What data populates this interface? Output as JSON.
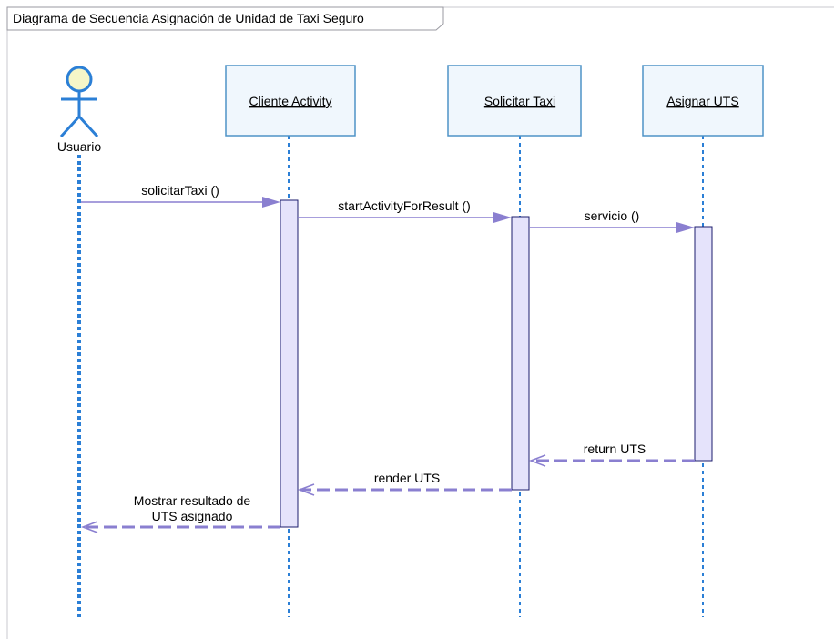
{
  "diagram": {
    "title": "Diagrama de Secuencia Asignación de Unidad de Taxi Seguro",
    "colors": {
      "frame_border": "#c9c9cf",
      "box_fill": "#f0f7fd",
      "box_border": "#4f93c7",
      "lifeline": "#2b7fd6",
      "activation_fill": "#e5e3fb",
      "activation_border": "#1c1c6c",
      "message_line": "#8a7fd0",
      "actor_head_fill": "#f6f6c8",
      "actor_stroke": "#2b7fd6"
    },
    "actor": {
      "label": "Usuario"
    },
    "objects": [
      {
        "label": "Cliente Activity"
      },
      {
        "label": "Solicitar Taxi"
      },
      {
        "label": "Asignar UTS"
      }
    ],
    "messages": [
      {
        "label": "solicitarTaxi ()",
        "kind": "call"
      },
      {
        "label": "startActivityForResult ()",
        "kind": "call"
      },
      {
        "label": "servicio ()",
        "kind": "call"
      },
      {
        "label": "return UTS",
        "kind": "return"
      },
      {
        "label": "render UTS",
        "kind": "return"
      },
      {
        "label_line1": "Mostrar resultado de",
        "label_line2": "UTS asignado",
        "kind": "return"
      }
    ]
  }
}
